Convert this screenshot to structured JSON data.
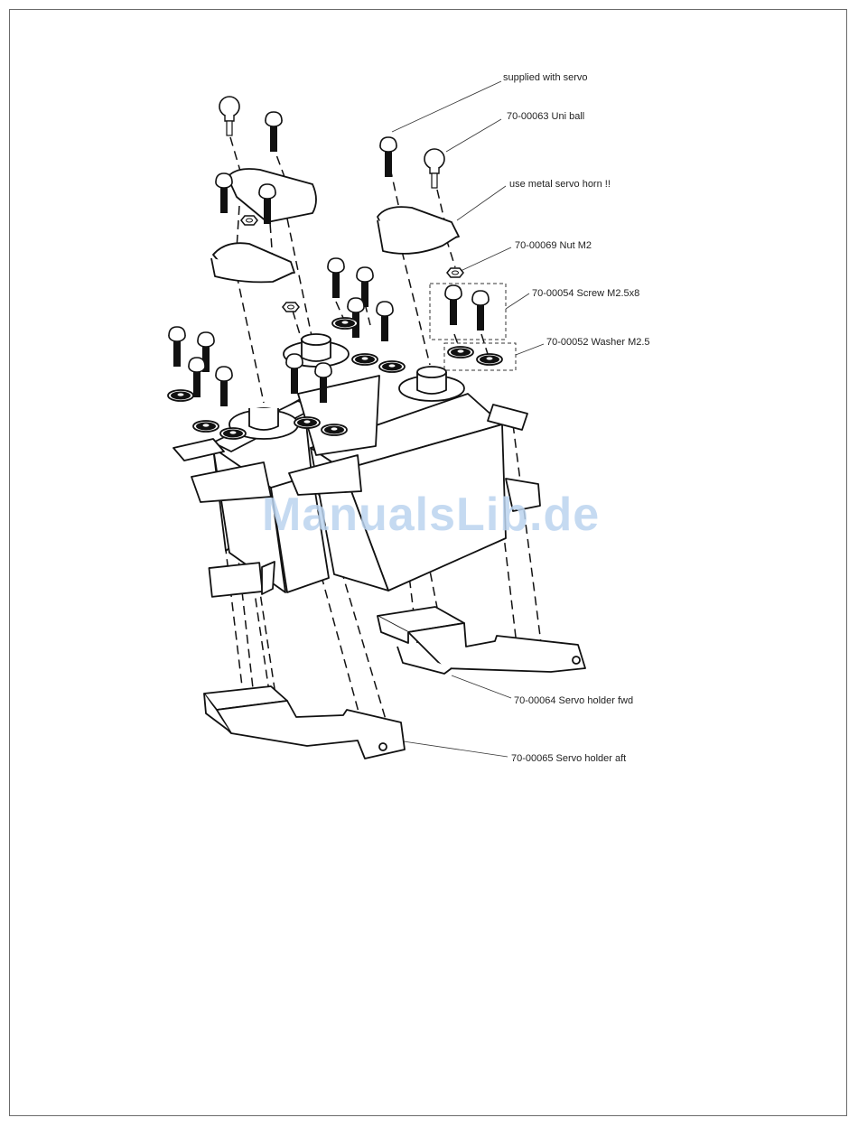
{
  "callouts": {
    "supplied": "supplied with servo",
    "uniball": "70-00063 Uni ball",
    "horn_note": "use metal servo horn !!",
    "nut": "70-00069 Nut M2",
    "screw": "70-00054 Screw M2.5x8",
    "washer": "70-00052 Washer M2.5",
    "holder_fwd": "70-00064 Servo holder fwd",
    "holder_aft": "70-00065 Servo holder aft"
  },
  "watermark": "ManualsLib.de",
  "colors": {
    "ink": "#111111",
    "frame": "#6b6b6b",
    "watermark": "#bcd4ef"
  }
}
